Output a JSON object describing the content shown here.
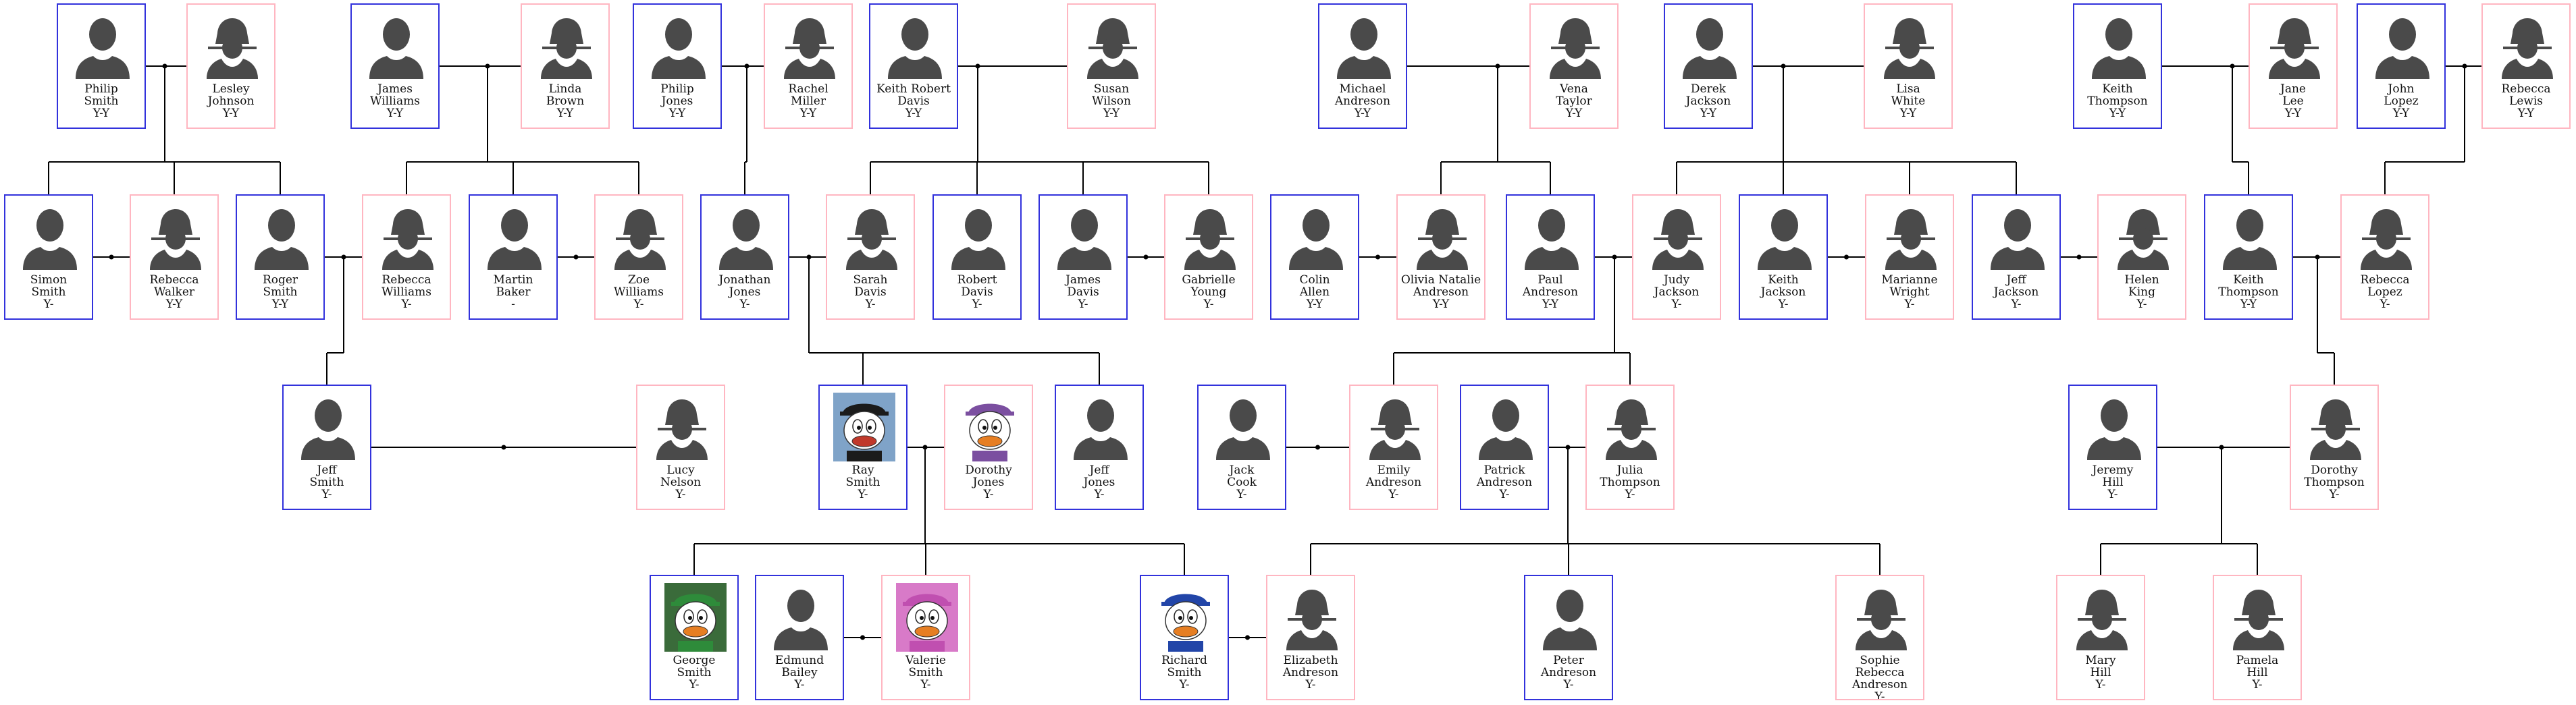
{
  "colors": {
    "male": "#3232dc",
    "female": "#ffb6c1",
    "link": "#000000",
    "icon": "#4a4a4a"
  },
  "people": [
    {
      "id": "p1",
      "first": "Philip",
      "last": "Smith",
      "years": "Y-Y",
      "gender": "male"
    },
    {
      "id": "p2",
      "first": "Lesley",
      "last": "Johnson",
      "years": "Y-Y",
      "gender": "female"
    },
    {
      "id": "p3",
      "first": "James",
      "last": "Williams",
      "years": "Y-Y",
      "gender": "male"
    },
    {
      "id": "p4",
      "first": "Linda",
      "last": "Brown",
      "years": "Y-Y",
      "gender": "female"
    },
    {
      "id": "p5",
      "first": "Philip",
      "last": "Jones",
      "years": "Y-Y",
      "gender": "male"
    },
    {
      "id": "p6",
      "first": "Rachel",
      "last": "Miller",
      "years": "Y-Y",
      "gender": "female"
    },
    {
      "id": "p7",
      "first": "Keith Robert",
      "last": "Davis",
      "years": "Y-Y",
      "gender": "male"
    },
    {
      "id": "p8",
      "first": "Susan",
      "last": "Wilson",
      "years": "Y-Y",
      "gender": "female"
    },
    {
      "id": "p9",
      "first": "Michael",
      "last": "Andreson",
      "years": "Y-Y",
      "gender": "male"
    },
    {
      "id": "p10",
      "first": "Vena",
      "last": "Taylor",
      "years": "Y-Y",
      "gender": "female"
    },
    {
      "id": "p11",
      "first": "Derek",
      "last": "Jackson",
      "years": "Y-Y",
      "gender": "male"
    },
    {
      "id": "p12",
      "first": "Lisa",
      "last": "White",
      "years": "Y-Y",
      "gender": "female"
    },
    {
      "id": "p13",
      "first": "Keith",
      "last": "Thompson",
      "years": "Y-Y",
      "gender": "male"
    },
    {
      "id": "p14",
      "first": "Jane",
      "last": "Lee",
      "years": "Y-Y",
      "gender": "female"
    },
    {
      "id": "p15",
      "first": "John",
      "last": "Lopez",
      "years": "Y-Y",
      "gender": "male"
    },
    {
      "id": "p16",
      "first": "Rebecca",
      "last": "Lewis",
      "years": "Y-Y",
      "gender": "female"
    },
    {
      "id": "q1",
      "first": "Simon",
      "last": "Smith",
      "years": "Y-",
      "gender": "male"
    },
    {
      "id": "q2",
      "first": "Rebecca",
      "last": "Walker",
      "years": "Y-Y",
      "gender": "female"
    },
    {
      "id": "q3",
      "first": "Roger",
      "last": "Smith",
      "years": "Y-Y",
      "gender": "male"
    },
    {
      "id": "q4",
      "first": "Rebecca",
      "last": "Williams",
      "years": "Y-",
      "gender": "female"
    },
    {
      "id": "q5",
      "first": "Martin",
      "last": "Baker",
      "years": "-",
      "gender": "male"
    },
    {
      "id": "q6",
      "first": "Zoe",
      "last": "Williams",
      "years": "Y-",
      "gender": "female"
    },
    {
      "id": "q7",
      "first": "Jonathan",
      "last": "Jones",
      "years": "Y-",
      "gender": "male"
    },
    {
      "id": "q8",
      "first": "Sarah",
      "last": "Davis",
      "years": "Y-",
      "gender": "female"
    },
    {
      "id": "q9",
      "first": "Robert",
      "last": "Davis",
      "years": "Y-",
      "gender": "male"
    },
    {
      "id": "q10",
      "first": "James",
      "last": "Davis",
      "years": "Y-",
      "gender": "male"
    },
    {
      "id": "q11",
      "first": "Gabrielle",
      "last": "Young",
      "years": "Y-",
      "gender": "female"
    },
    {
      "id": "q12",
      "first": "Colin",
      "last": "Allen",
      "years": "Y-Y",
      "gender": "male"
    },
    {
      "id": "q13",
      "first": "Olivia Natalie",
      "last": "Andreson",
      "years": "Y-Y",
      "gender": "female"
    },
    {
      "id": "q14",
      "first": "Paul",
      "last": "Andreson",
      "years": "Y-Y",
      "gender": "male"
    },
    {
      "id": "q15",
      "first": "Judy",
      "last": "Jackson",
      "years": "Y-",
      "gender": "female"
    },
    {
      "id": "q16",
      "first": "Keith",
      "last": "Jackson",
      "years": "Y-",
      "gender": "male"
    },
    {
      "id": "q17",
      "first": "Marianne",
      "last": "Wright",
      "years": "Y-",
      "gender": "female"
    },
    {
      "id": "q18",
      "first": "Jeff",
      "last": "Jackson",
      "years": "Y-",
      "gender": "male"
    },
    {
      "id": "q19",
      "first": "Helen",
      "last": "King",
      "years": "Y-",
      "gender": "female"
    },
    {
      "id": "q20",
      "first": "Keith",
      "last": "Thompson",
      "years": "Y-Y",
      "gender": "male"
    },
    {
      "id": "q21",
      "first": "Rebecca",
      "last": "Lopez",
      "years": "Y-",
      "gender": "female"
    },
    {
      "id": "r1",
      "first": "Jeff",
      "last": "Smith",
      "years": "Y-",
      "gender": "male"
    },
    {
      "id": "r2",
      "first": "Lucy",
      "last": "Nelson",
      "years": "Y-",
      "gender": "female"
    },
    {
      "id": "r3",
      "first": "Ray",
      "last": "Smith",
      "years": "Y-",
      "gender": "male",
      "avatar": "ray"
    },
    {
      "id": "r4",
      "first": "Dorothy",
      "last": "Jones",
      "years": "Y-",
      "gender": "female",
      "avatar": "dorothy"
    },
    {
      "id": "r5",
      "first": "Jeff",
      "last": "Jones",
      "years": "Y-",
      "gender": "male"
    },
    {
      "id": "r6",
      "first": "Jack",
      "last": "Cook",
      "years": "Y-",
      "gender": "male"
    },
    {
      "id": "r7",
      "first": "Emily",
      "last": "Andreson",
      "years": "Y-",
      "gender": "female"
    },
    {
      "id": "r8",
      "first": "Patrick",
      "last": "Andreson",
      "years": "Y-",
      "gender": "male"
    },
    {
      "id": "r9",
      "first": "Julia",
      "last": "Thompson",
      "years": "Y-",
      "gender": "female"
    },
    {
      "id": "r10",
      "first": "Jeremy",
      "last": "Hill",
      "years": "Y-",
      "gender": "male"
    },
    {
      "id": "r11",
      "first": "Dorothy",
      "last": "Thompson",
      "years": "Y-",
      "gender": "female"
    },
    {
      "id": "s1",
      "first": "George",
      "last": "Smith",
      "years": "Y-",
      "gender": "male",
      "avatar": "george"
    },
    {
      "id": "s2",
      "first": "Edmund",
      "last": "Bailey",
      "years": "Y-",
      "gender": "male"
    },
    {
      "id": "s3",
      "first": "Valerie",
      "last": "Smith",
      "years": "Y-",
      "gender": "female",
      "avatar": "valerie"
    },
    {
      "id": "s4",
      "first": "Richard",
      "last": "Smith",
      "years": "Y-",
      "gender": "male",
      "avatar": "richard"
    },
    {
      "id": "s5",
      "first": "Elizabeth",
      "last": "Andreson",
      "years": "Y-",
      "gender": "female"
    },
    {
      "id": "s6",
      "first": "Peter",
      "last": "Andreson",
      "years": "Y-",
      "gender": "male"
    },
    {
      "id": "s7",
      "first": "Sophie Rebecca",
      "last": "Andreson",
      "years": "Y-",
      "gender": "female"
    },
    {
      "id": "s8",
      "first": "Mary",
      "last": "Hill",
      "years": "Y-",
      "gender": "female"
    },
    {
      "id": "s9",
      "first": "Pamela",
      "last": "Hill",
      "years": "Y-",
      "gender": "female"
    }
  ]
}
